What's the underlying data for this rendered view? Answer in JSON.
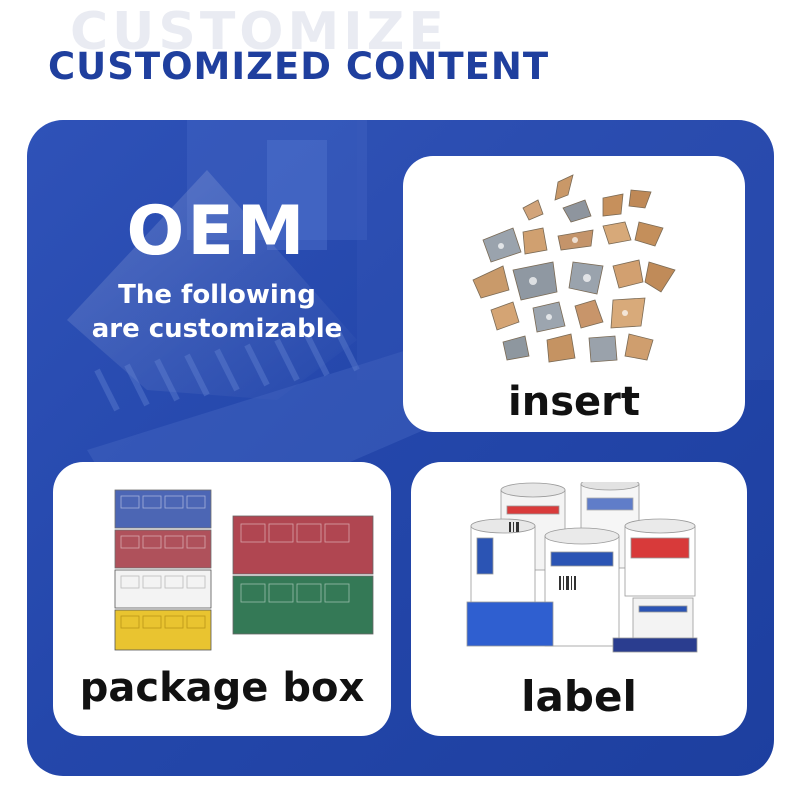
{
  "header": {
    "ghost_text": "CUSTOMIZE",
    "title": "CUSTOMIZED CONTENT"
  },
  "hero": {
    "title": "OEM",
    "subtitle_line1": "The following",
    "subtitle_line2": "are customizable"
  },
  "cards": {
    "insert": {
      "label": "insert",
      "image_icon": "carbide-inserts-image"
    },
    "package_box": {
      "label": "package box",
      "image_icon": "insert-boxes-image"
    },
    "label": {
      "label": "label",
      "image_icon": "label-rolls-image"
    }
  },
  "colors": {
    "title_blue": "#1f3f9e",
    "panel_blue": "#2447ab",
    "card_white": "#ffffff"
  }
}
